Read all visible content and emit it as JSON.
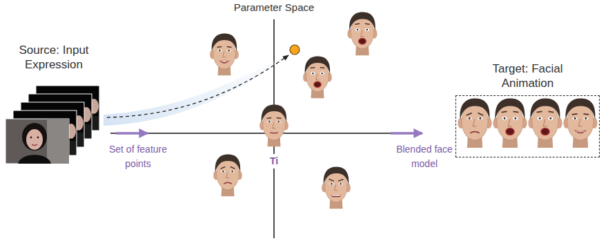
{
  "diagram": {
    "title": "Parameter Space",
    "nodes": [
      {
        "text": [
          "Source: Input Expression"
        ]
      },
      {
        "text": [
          "Target: Facial Animation"
        ]
      }
    ],
    "labels": [
      "Set of feature points",
      "Blended face model",
      "Ti"
    ]
  }
}
